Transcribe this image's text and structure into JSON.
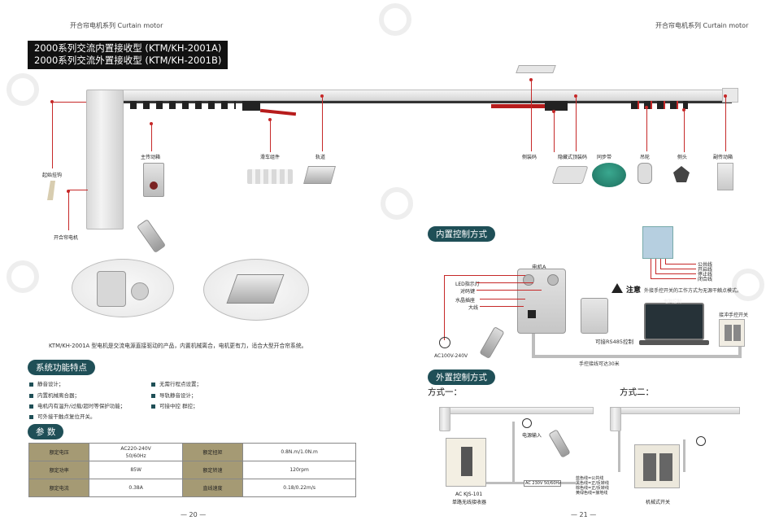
{
  "header": {
    "left": "开合帘电机系列  Curtain motor",
    "right": "开合帘电机系列  Curtain motor"
  },
  "title": {
    "line1": "2000系列交流内置接收型 (KTM/KH-2001A)",
    "line2": "2000系列交流外置接收型 (KTM/KH-2001B)"
  },
  "parts": {
    "start_hook": "起始挂钩",
    "main_pulley": "主传动箱",
    "slider": "滑车组件",
    "track": "轨道",
    "motor": "开合帘电机",
    "bracket": "侧装码",
    "hidden_bracket": "隐藏式顶装码",
    "belt": "同步带",
    "hanger": "吊轮",
    "side_head": "侧头",
    "aux_pulley": "副传动箱"
  },
  "description": "KTM/KH-2001A 型电机是交流电源直接驱动的产品，内置机械离合，电机更有力，适合大型开合帘系统。",
  "features": {
    "title": "系统功能特点",
    "left": [
      "静音设计；",
      "内置机械离合器；",
      "电机内有温升/过载/超时等保护功能；",
      "可外接干触点复位开关。"
    ],
    "right": [
      "无需行程点设置；",
      "导轨静音设计；",
      "可接中控 群控；"
    ]
  },
  "params": {
    "title": "参 数",
    "rows": [
      [
        "额定电压",
        "AC220-240V\n50/60Hz",
        "额定扭矩",
        "0.8N.m/1.0N.m"
      ],
      [
        "额定功率",
        "85W",
        "额定转速",
        "120rpm"
      ],
      [
        "额定电流",
        "0.38A",
        "直线速度",
        "0.18/0.22m/s"
      ]
    ]
  },
  "page_left": "— 20 —",
  "page_right": "— 21 —",
  "internal": {
    "title": "内置控制方式",
    "motor_a": "电机A",
    "led": "LED指示灯",
    "pair": "对码键",
    "water": "水晶插座",
    "power": "大线",
    "ac": "AC100V-240V",
    "wire_labels": [
      "公共线",
      "开启线",
      "停止线",
      "闭合线"
    ],
    "warning_icon": "warning-triangle",
    "note_bold": "注意",
    "note_text": "外接手控开关的工作方式为无源干触点模式。",
    "pc_label": "电脑控制",
    "rs485": "可接RS485控制",
    "switch_label": "接冲手控开关",
    "distance": "手控接线可达30米"
  },
  "external": {
    "title": "外置控制方式",
    "method1": "方式一：",
    "method2": "方式二：",
    "power_in": "电源输入",
    "receiver_model": "AC KJS-101",
    "receiver_desc": "单路无线接收器",
    "ac_label": "AC 230V 50/60Hz",
    "wire_labels": [
      "蓝色线=公共线",
      "黑色线=正/反转线",
      "棕色线=正/反转线",
      "黄绿色线=接地线"
    ],
    "switch_label": "机械式开关"
  }
}
